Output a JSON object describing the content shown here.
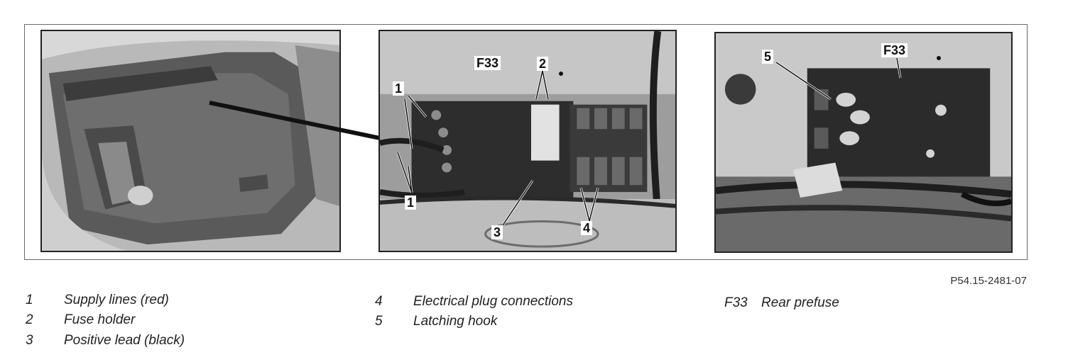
{
  "figure": {
    "code": "P54.15-2481-07",
    "callouts": {
      "f33_panel2": "F33",
      "n2": "2",
      "n1_top": "1",
      "n1_bottom": "1",
      "n3": "3",
      "n4": "4",
      "n5": "5",
      "f33_panel3": "F33"
    }
  },
  "legend": [
    {
      "num": "1",
      "text": "Supply lines (red)"
    },
    {
      "num": "2",
      "text": "Fuse holder"
    },
    {
      "num": "3",
      "text": "Positive lead (black)"
    },
    {
      "num": "4",
      "text": "Electrical plug connections"
    },
    {
      "num": "5",
      "text": "Latching hook"
    },
    {
      "num": "F33",
      "text": "Rear prefuse"
    }
  ]
}
